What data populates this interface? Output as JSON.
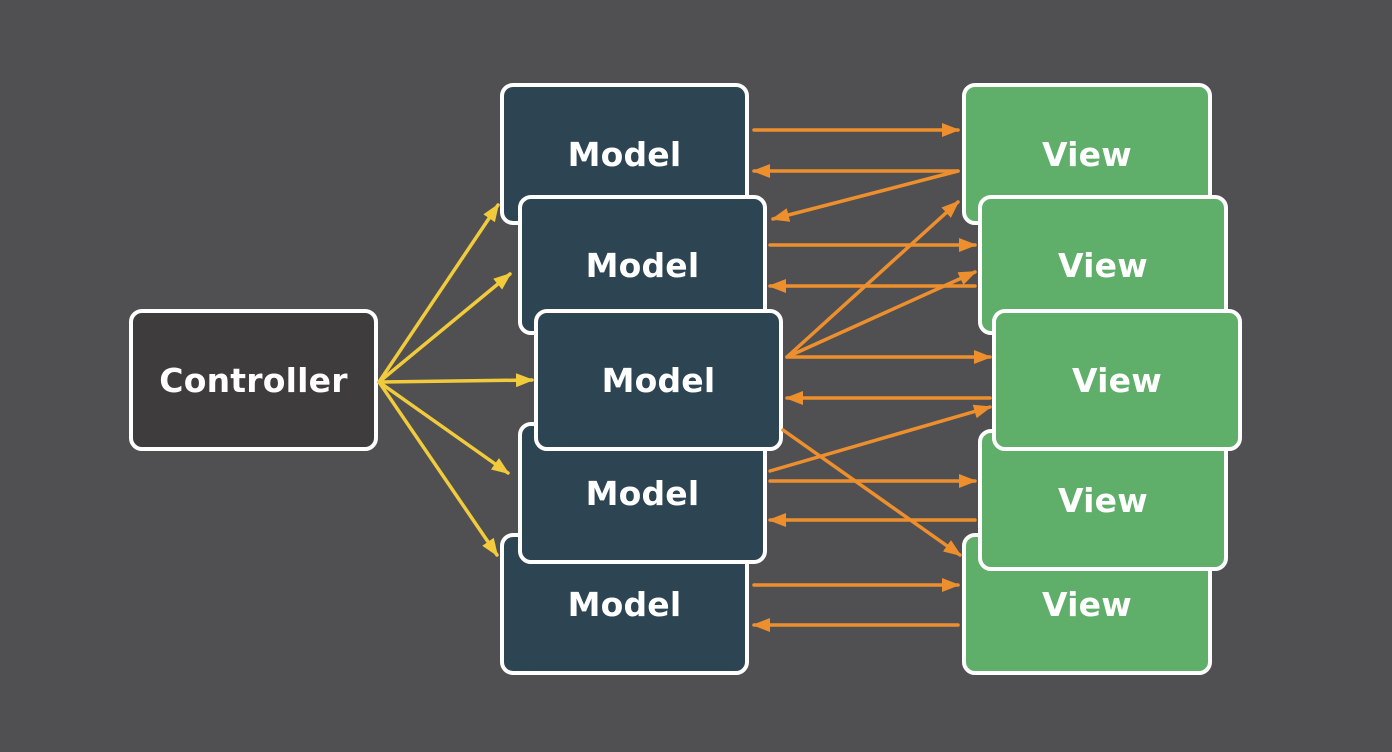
{
  "diagram": {
    "controller": {
      "label": "Controller"
    },
    "models": [
      {
        "label": "Model"
      },
      {
        "label": "Model"
      },
      {
        "label": "Model"
      },
      {
        "label": "Model"
      },
      {
        "label": "Model"
      }
    ],
    "views": [
      {
        "label": "View"
      },
      {
        "label": "View"
      },
      {
        "label": "View"
      },
      {
        "label": "View"
      },
      {
        "label": "View"
      }
    ]
  },
  "colors": {
    "background": "#505052",
    "controller_fill": "#3f3c3d",
    "model_fill": "#2d4452",
    "view_fill": "#5fae6a",
    "node_border": "#ffffff",
    "controller_arrow": "#f2cb3c",
    "model_view_arrow": "#ee8f2e"
  }
}
